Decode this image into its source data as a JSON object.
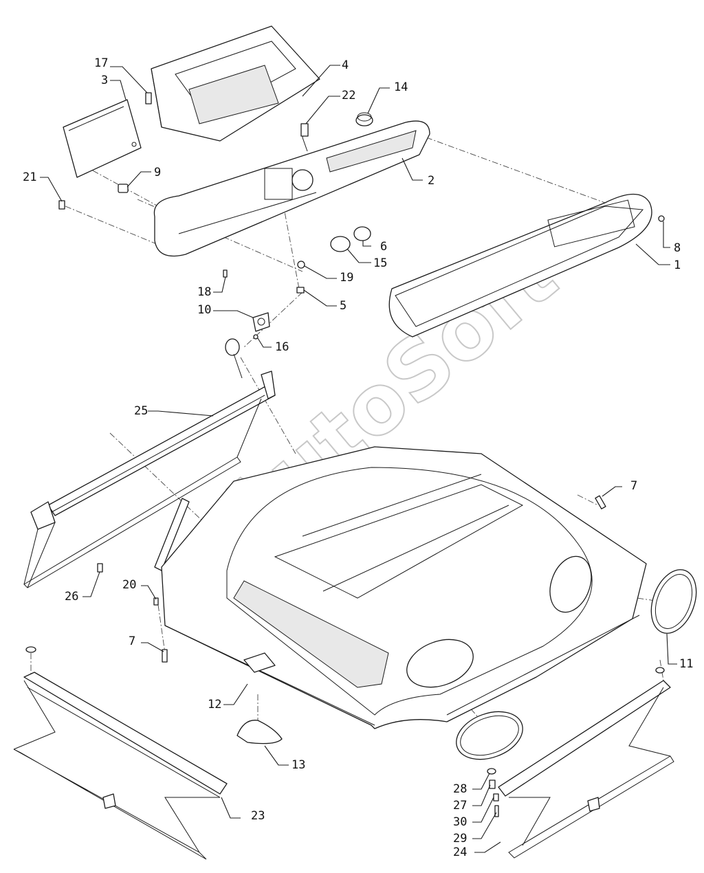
{
  "watermark": "AutoSoft",
  "callouts": {
    "c1": "1",
    "c2": "2",
    "c3": "3",
    "c4": "4",
    "c5": "5",
    "c6": "6",
    "c7a": "7",
    "c7b": "7",
    "c8": "8",
    "c9": "9",
    "c10": "10",
    "c11": "11",
    "c12": "12",
    "c13": "13",
    "c14": "14",
    "c15": "15",
    "c16": "16",
    "c17": "17",
    "c18": "18",
    "c19": "19",
    "c20": "20",
    "c21": "21",
    "c22": "22",
    "c23": "23",
    "c24": "24",
    "c25": "25",
    "c26": "26",
    "c27": "27",
    "c28": "28",
    "c29": "29",
    "c30": "30"
  }
}
